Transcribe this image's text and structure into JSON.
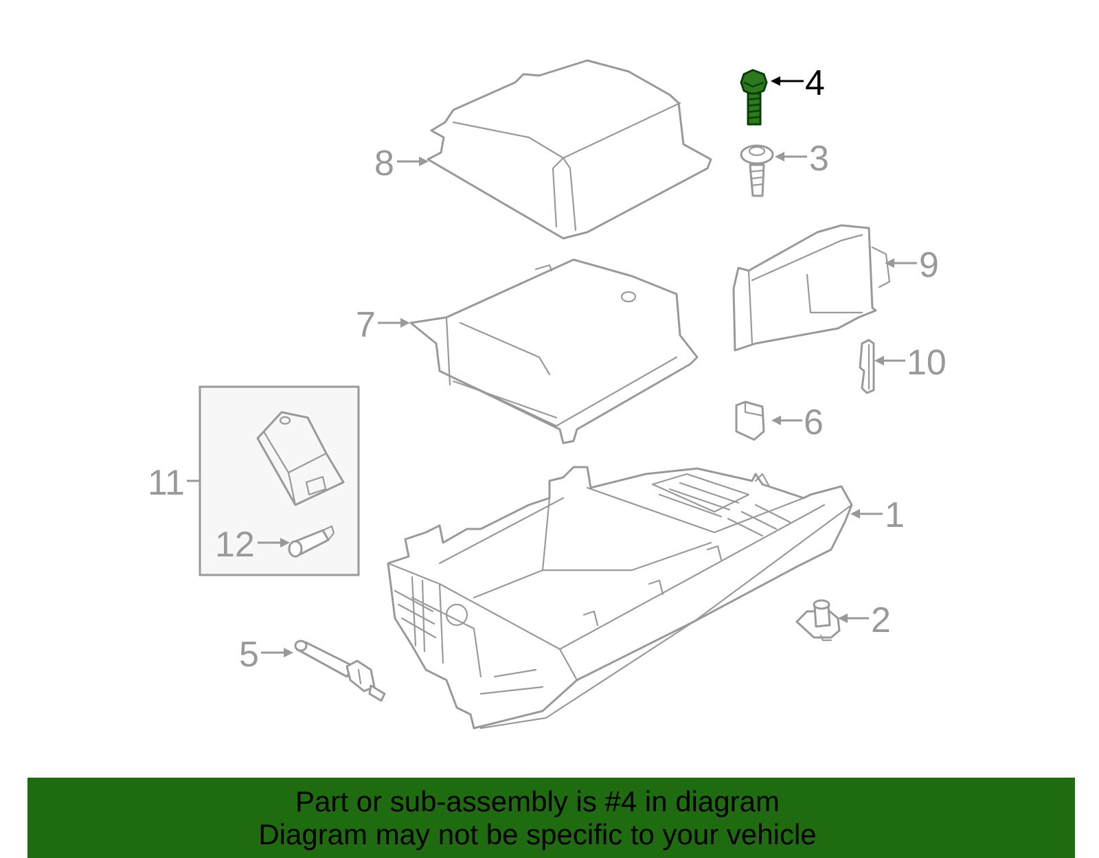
{
  "callouts": {
    "c1": "1",
    "c2": "2",
    "c3": "3",
    "c4": "4",
    "c5": "5",
    "c6": "6",
    "c7": "7",
    "c8": "8",
    "c9": "9",
    "c10": "10",
    "c11": "11",
    "c12": "12"
  },
  "highlighted_part": "4",
  "colors": {
    "highlight_fill": "#2d7a1e",
    "footer_background": "#1f6b0f",
    "line_art": "#999999"
  },
  "footer": {
    "line1": "Part or sub-assembly is #4 in diagram",
    "line2": "Diagram may not be specific to your vehicle"
  }
}
